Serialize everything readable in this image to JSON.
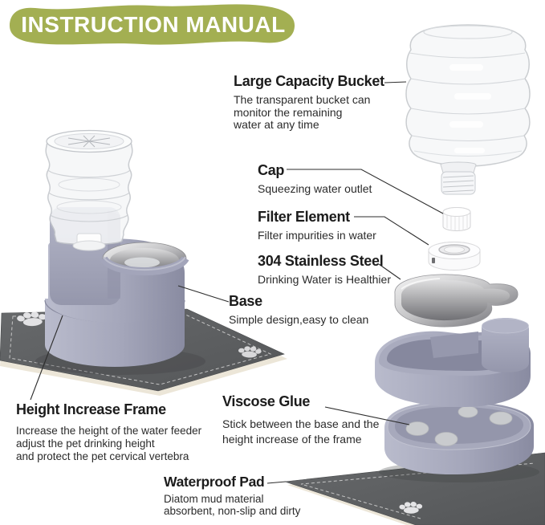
{
  "title": "INSTRUCTION MANUAL",
  "colors": {
    "banner_green": "#a3af52",
    "base_lavender": "#a6a8bc",
    "mat_gray": "#5c5e60",
    "mat_edge_cream": "#ece6d8",
    "steel_gray": "#b9b9bb",
    "text_dark": "#1c1c1c"
  },
  "labels": [
    {
      "id": "bucket",
      "heading": "Large Capacity Bucket",
      "desc": "The transparent bucket can\nmonitor the remaining\nwater at any time"
    },
    {
      "id": "cap",
      "heading": "Cap",
      "desc": "Squeezing water outlet"
    },
    {
      "id": "filter",
      "heading": "Filter Element",
      "desc": "Filter impurities in water"
    },
    {
      "id": "steel",
      "heading": "304 Stainless Steel",
      "desc": "Drinking Water is Healthier"
    },
    {
      "id": "base",
      "heading": "Base",
      "desc": "Simple design,easy to clean"
    },
    {
      "id": "frame",
      "heading": "Height Increase Frame",
      "desc": "Increase the height of the water feeder\nadjust the pet drinking height\nand protect the pet cervical vertebra"
    },
    {
      "id": "glue",
      "heading": "Viscose Glue",
      "desc": "Stick between the base and the\nheight increase of the frame"
    },
    {
      "id": "pad",
      "heading": "Waterproof Pad",
      "desc": "Diatom mud material\nabsorbent, non-slip and dirty"
    }
  ]
}
